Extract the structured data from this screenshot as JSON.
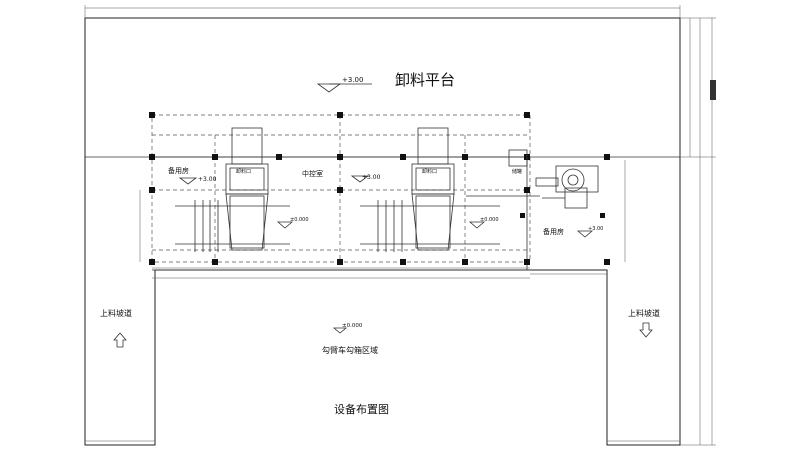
{
  "labels": {
    "platform": "卸料平台",
    "platform_elev": "+3.00",
    "spare_room_left": "备用房",
    "spare_room_left_elev": "+3.00",
    "spare_room_right": "备用房",
    "spare_room_right_elev": "+3.00",
    "control_room": "中控室",
    "control_room_elev": "+3.00",
    "unload_port_1": "卸料口",
    "unload_port_2": "卸料口",
    "pit_elev_1": "±0.000",
    "pit_elev_2": "±0.000",
    "ground_elev": "±0.000",
    "hook_area": "勾臂车勾箱区域",
    "ramp_left": "上料坡道",
    "ramp_right": "上料坡道",
    "small_room": "储罐",
    "drawing_title": "设备布置图"
  },
  "colors": {
    "title": "#e8262a",
    "line": "#222222"
  },
  "icons": {
    "ramp_left_arrow": "arrow-up-icon",
    "ramp_right_arrow": "arrow-down-icon"
  }
}
